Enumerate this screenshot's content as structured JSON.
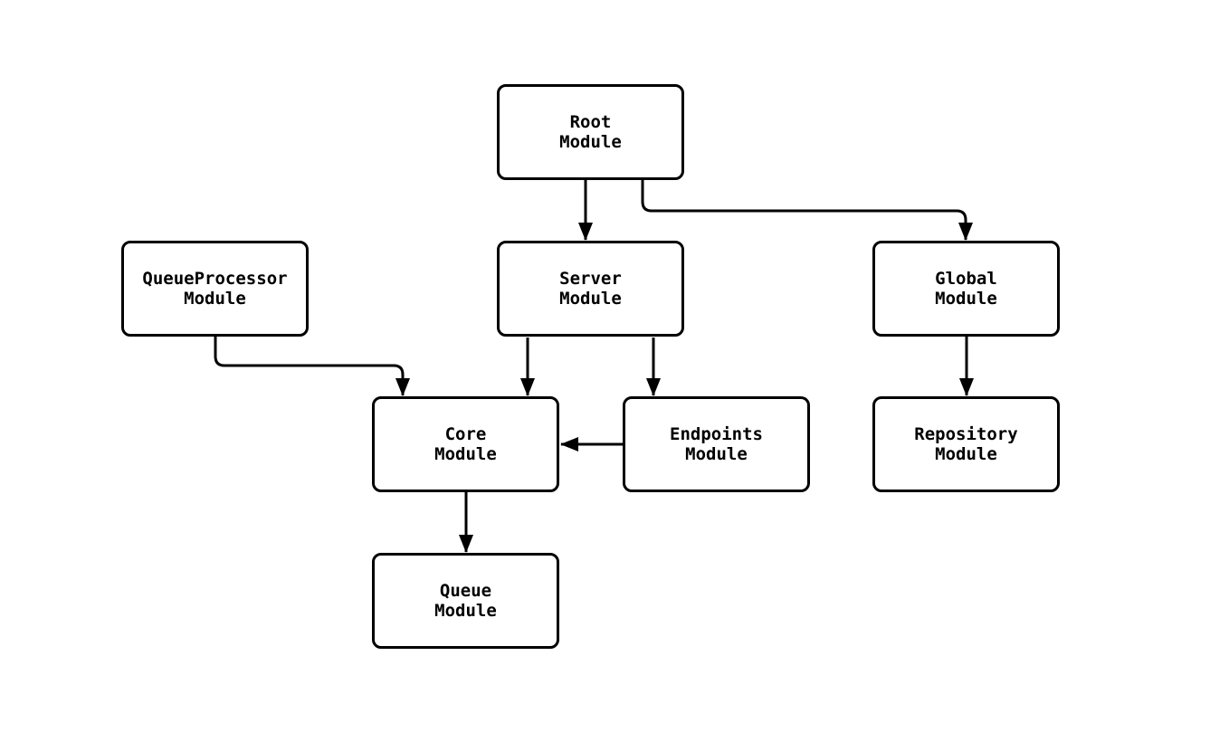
{
  "diagram": {
    "type": "module-dependency-flowchart",
    "background_color": "#ffffff",
    "stroke_color": "#000000",
    "nodes": {
      "root": {
        "label": "Root\nModule"
      },
      "queueprocessor": {
        "label": "QueueProcessor\nModule"
      },
      "server": {
        "label": "Server\nModule"
      },
      "global": {
        "label": "Global\nModule"
      },
      "core": {
        "label": "Core\nModule"
      },
      "endpoints": {
        "label": "Endpoints\nModule"
      },
      "repository": {
        "label": "Repository\nModule"
      },
      "queue": {
        "label": "Queue\nModule"
      }
    },
    "edges": [
      {
        "from": "root",
        "to": "server"
      },
      {
        "from": "root",
        "to": "global"
      },
      {
        "from": "queueprocessor",
        "to": "core"
      },
      {
        "from": "server",
        "to": "core"
      },
      {
        "from": "server",
        "to": "endpoints"
      },
      {
        "from": "endpoints",
        "to": "core"
      },
      {
        "from": "global",
        "to": "repository"
      },
      {
        "from": "core",
        "to": "queue"
      }
    ]
  }
}
